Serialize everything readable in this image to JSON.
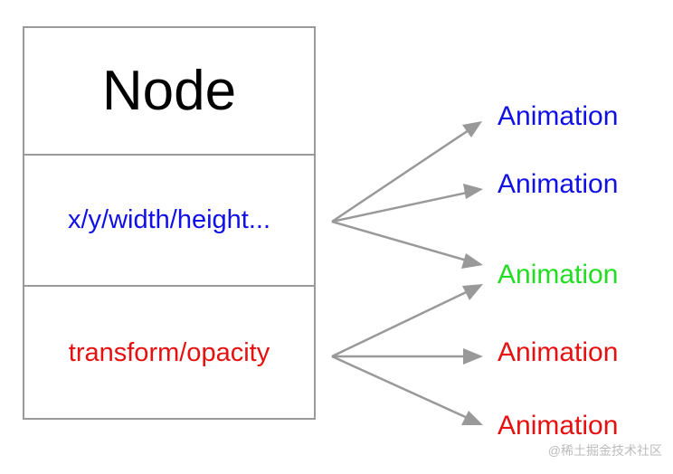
{
  "node": {
    "title": "Node",
    "layout_props": "x/y/width/height...",
    "composite_props": "transform/opacity"
  },
  "animations": [
    {
      "label": "Animation",
      "color": "#1010e6"
    },
    {
      "label": "Animation",
      "color": "#1010e6"
    },
    {
      "label": "Animation",
      "color": "#22dd22"
    },
    {
      "label": "Animation",
      "color": "#e61010"
    },
    {
      "label": "Animation",
      "color": "#e61010"
    }
  ],
  "arrow_color": "#999999",
  "watermark": "@稀土掘金技术社区"
}
